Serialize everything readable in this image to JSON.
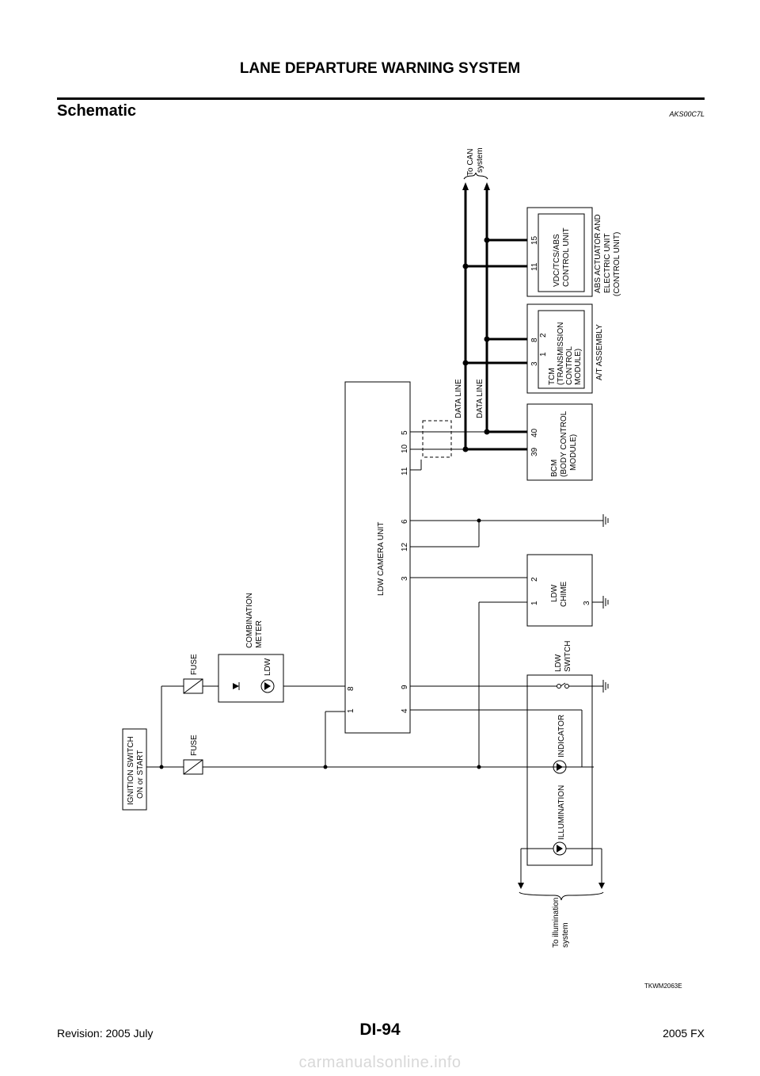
{
  "header": {
    "title": "LANE DEPARTURE WARNING SYSTEM"
  },
  "section": {
    "title": "Schematic",
    "code": "AKS00C7L"
  },
  "diagram": {
    "ignition_switch": [
      "IGNITION SWITCH",
      "ON or START"
    ],
    "fuse_label": "FUSE",
    "combination_meter": [
      "COMBINATION",
      "METER"
    ],
    "ldw_lamp": "LDW",
    "camera_unit": "LDW CAMERA UNIT",
    "camera_pins": {
      "p1": "1",
      "p8": "8",
      "p9": "9",
      "p4": "4",
      "p3": "3",
      "p12": "12",
      "p6": "6",
      "p11": "11",
      "p10": "10",
      "p5": "5"
    },
    "data_line": "DATA LINE",
    "bcm": [
      "BCM",
      "(BODY CONTROL",
      "MODULE)"
    ],
    "bcm_pins": {
      "p39": "39",
      "p40": "40"
    },
    "tcm": [
      "TCM",
      "(TRANSMISSION",
      "CONTROL",
      "MODULE)"
    ],
    "tcm_pins": {
      "p3": "3",
      "p8": "8",
      "p1": "1",
      "p2": "2"
    },
    "at_assembly": "A/T ASSEMBLY",
    "vdc": [
      "VDC/TCS/ABS",
      "CONTROL UNIT"
    ],
    "vdc_pins": {
      "p11": "11",
      "p15": "15"
    },
    "abs_actuator": [
      "ABS ACTUATOR AND",
      "ELECTRIC UNIT",
      "(CONTROL UNIT)"
    ],
    "to_can": [
      "To CAN",
      "system"
    ],
    "chime": [
      "LDW",
      "CHIME"
    ],
    "chime_pins": {
      "p1": "1",
      "p2": "2",
      "p3": "3"
    },
    "switch": [
      "LDW",
      "SWITCH"
    ],
    "illumination": "ILLUMINATION",
    "indicator": "INDICATOR",
    "to_illum": [
      "To illumination",
      "system"
    ],
    "figure_code": "TKWM2063E"
  },
  "footer": {
    "revision": "Revision: 2005 July",
    "page": "DI-94",
    "model": "2005 FX"
  },
  "watermark": "carmanualsonline.info"
}
